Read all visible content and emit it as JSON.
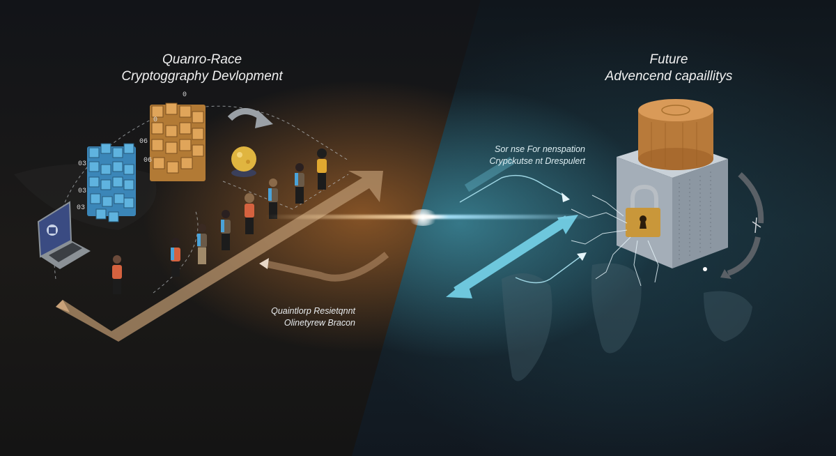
{
  "left_panel": {
    "title_line1": "Quanro-Race",
    "title_line2": "Cryptoggraphy Devlopment",
    "caption_line1": "Quaintlorp Resietqnnt",
    "caption_line2": "Olinetyrew Bracon",
    "elements": [
      "laptop-with-lock",
      "blue-cube-cluster",
      "orange-cube-cluster",
      "gold-sphere",
      "people-queue",
      "orange-path-arrow",
      "curved-return-arrow"
    ],
    "binary_labels": [
      "0",
      "0",
      "03",
      "03",
      "03",
      "06",
      "06"
    ]
  },
  "right_panel": {
    "title_line1": "Future",
    "title_line2": "Advencend capaillitys",
    "caption_line1": "Sor nse For nenspation",
    "caption_line2": "Crypckutse nt Drespulert",
    "elements": [
      "metal-vault-cube",
      "copper-cylinder",
      "padlock",
      "lightning-cracks",
      "double-headed-arrow",
      "circular-arrow",
      "world-map"
    ]
  },
  "colors": {
    "background": "#0f141b",
    "left_glow": "#d9893a",
    "right_glow": "#4aa6bb",
    "arrow_cyan": "#6ec7dd",
    "path_beige": "#c9a27a",
    "cube_blue": "#4aa3d9",
    "cube_orange": "#d9a050",
    "vault_gray": "#a9b3bd",
    "copper": "#c98a48",
    "padlock_gold": "#c9973a"
  }
}
